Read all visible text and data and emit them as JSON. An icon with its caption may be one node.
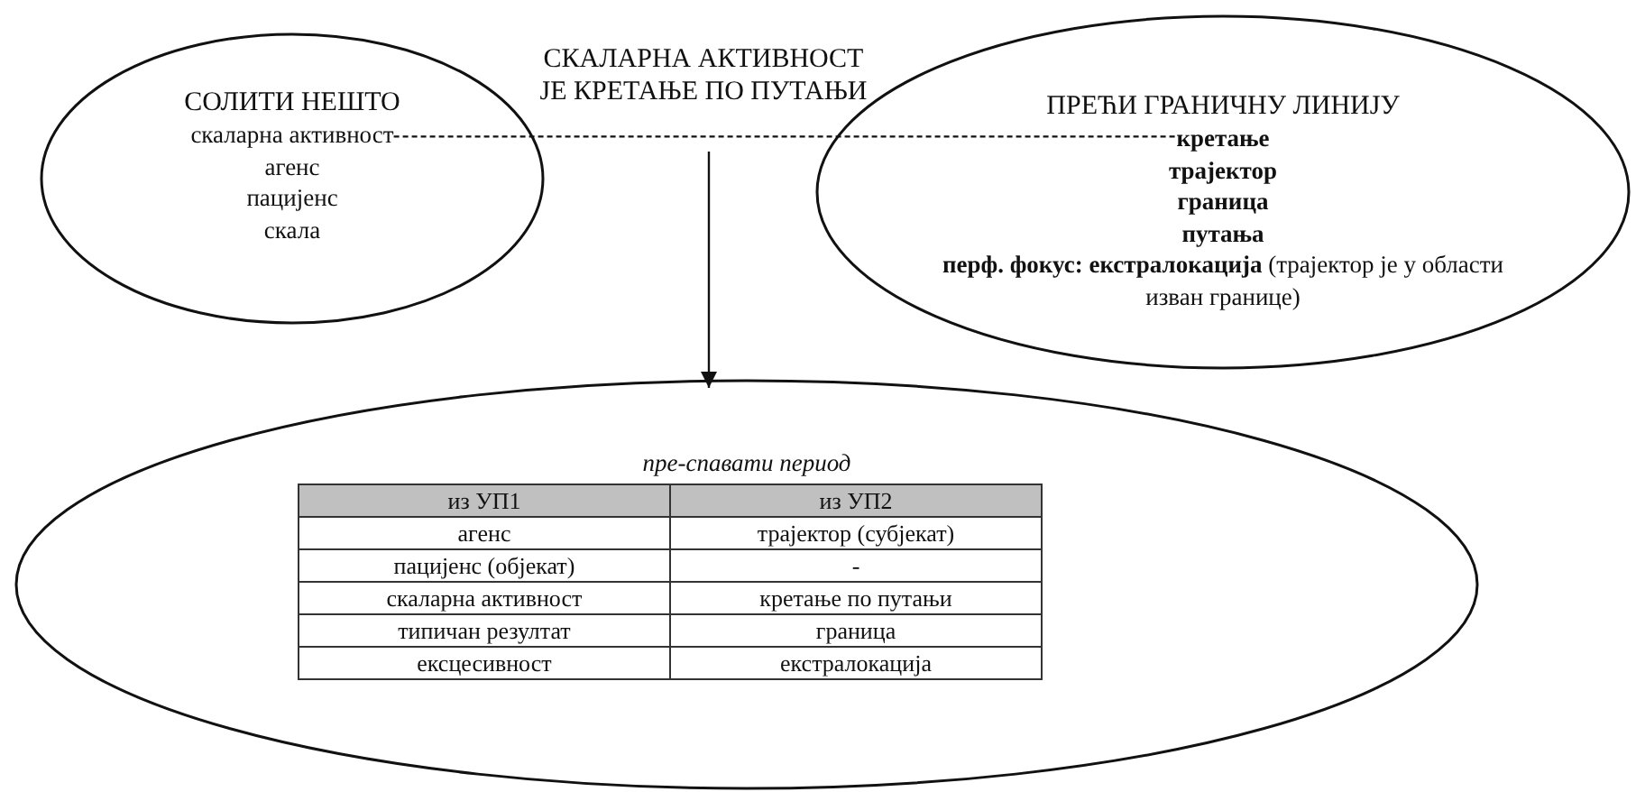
{
  "diagram": {
    "nodes": [
      {
        "text": [
          "СОЛИТИ НЕШТО",
          "агенс",
          "пацијенс",
          "скала"
        ]
      },
      {
        "text": [
          "скаларна активност"
        ],
        "in": 0
      },
      {
        "text": [
          "СКАЛАРНА АКТИВНОСТ ЈЕ КРЕТАЊЕ ПО ПУТАЊИ"
        ]
      },
      {
        "text": [
          "ПРЕЋИ ГРАНИЧНУ ЛИНИЈУ",
          "трајектор",
          "граница",
          "путања",
          "**перф. фокус:  екстралокација**  (трајектор је у области изван границе)"
        ]
      },
      {
        "text": [
          "кретање"
        ],
        "in": 3
      },
      {
        "text": [
          "пре-спавати период"
        ]
      }
    ],
    "edges": [
      {
        "from": 1,
        "to": 4,
        "arrow": "none",
        "style": "dashed"
      },
      {
        "from": 2,
        "to": 5,
        "arrow": "to"
      }
    ],
    "labels": [
      "из УП1",
      "из УП2",
      "агенс",
      "трајектор (субјекат)",
      "пацијенс (објекат)",
      "-",
      "скаларна активност",
      "кретање по путањи",
      "типичан резултат",
      "граница",
      "ексцесивност",
      "екстралокација"
    ]
  }
}
